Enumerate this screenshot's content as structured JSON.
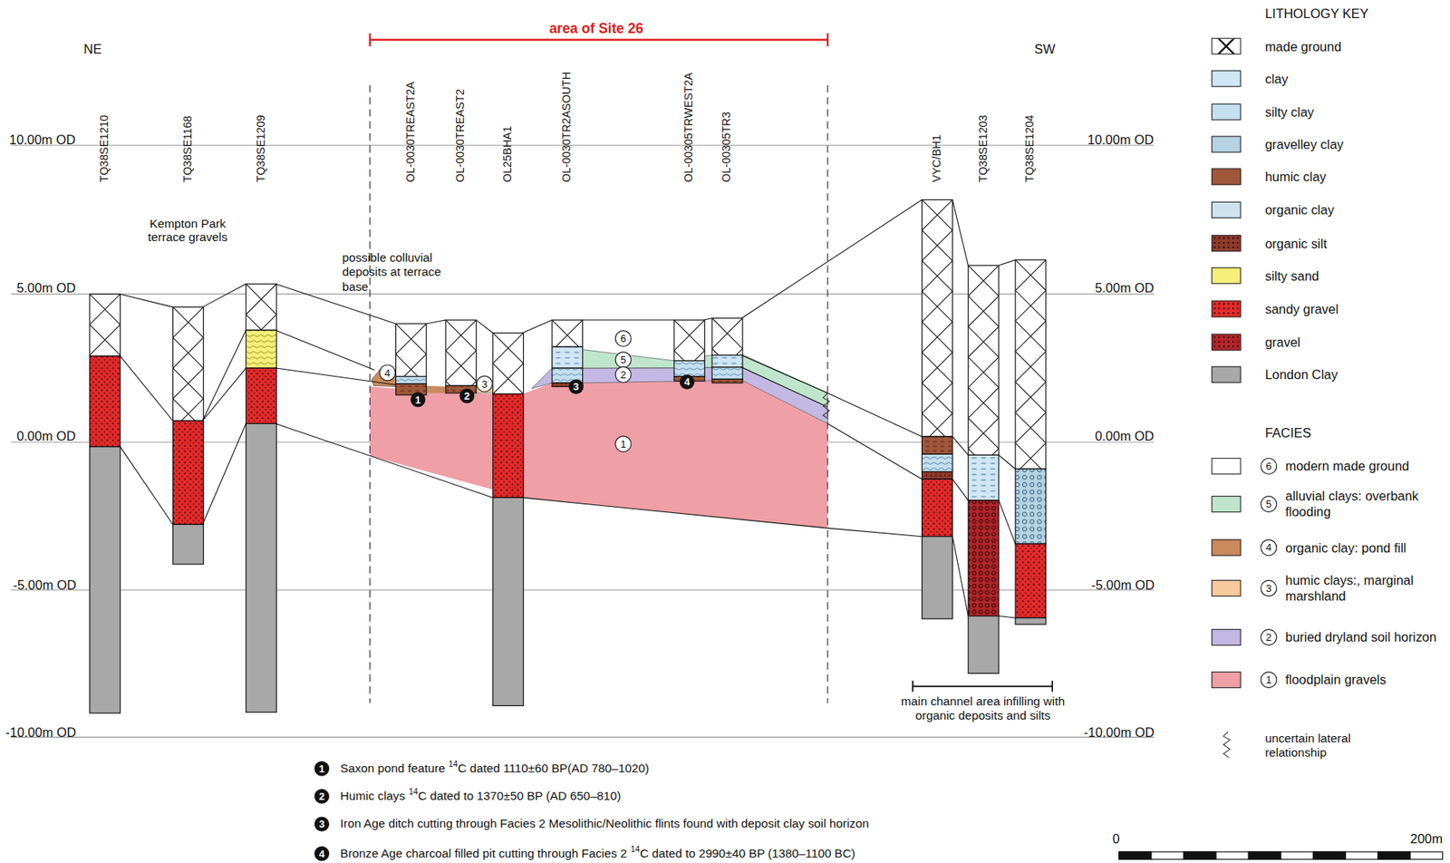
{
  "diagram": {
    "labels": [
      "NE",
      "SW",
      "area of Site 26",
      "10.00m OD",
      "10.00m OD",
      "5.00m OD",
      "5.00m OD",
      "0.00m OD",
      "0.00m OD",
      "-5.00m OD",
      "-5.00m OD",
      "-10.00m OD",
      "-10.00m OD",
      "TQ38SE1210",
      "TQ38SE1168",
      "TQ38SE1209",
      "OL-0030TREAST2A",
      "OL-0030TREAST2",
      "OL25BHA1",
      "OL-0030TR2ASOUTH",
      "OL-00305TRWEST2A",
      "OL-00305TR3",
      "VYC/BH1",
      "TQ38SE1203",
      "TQ38SE1204",
      "Kempton Park terrace gravels",
      "possible colluvial deposits at terrace base",
      "6",
      "5",
      "2",
      "1",
      "4",
      "3",
      "1",
      "2",
      "3",
      "4",
      "main channel area infilling with organic deposits and silts",
      "1",
      "Saxon pond feature",
      "14",
      "C dated 1110±60 BP(AD 780–1020)",
      "2",
      "Humic clays",
      "14",
      "C dated to 1370±50 BP (AD 650–810)",
      "3",
      "Iron Age ditch cutting through Facies 2 Mesolithic/Neolithic flints found with deposit clay soil horizon",
      "4",
      "Bronze Age charcoal filled pit cutting through Facies 2",
      "14",
      "C dated to 2990±40 BP (1380–1100 BC)",
      "LITHOLOGY KEY",
      "FACIES",
      "6",
      "5",
      "4",
      "3",
      "2",
      "1",
      "uncertain lateral relationship",
      "0",
      "200m"
    ],
    "legend": [
      {
        "text": "made ground",
        "color": "#ffffff"
      },
      {
        "text": "clay",
        "color": "#cfe6f5"
      },
      {
        "text": "silty clay",
        "color": "#c4e0f0"
      },
      {
        "text": "gravelley clay",
        "color": "#b5d3e3"
      },
      {
        "text": "humic clay",
        "color": "#a0583a"
      },
      {
        "text": "organic clay",
        "color": "#cde3ef"
      },
      {
        "text": "organic silt",
        "color": "#8e3b2c"
      },
      {
        "text": "silty sand",
        "color": "#f5ef7a"
      },
      {
        "text": "sandy gravel",
        "color": "#e32b2b"
      },
      {
        "text": "gravel",
        "color": "#b3262b"
      },
      {
        "text": "London Clay",
        "color": "#a8a8a8"
      },
      {
        "text": "modern made ground",
        "color": "#ffffff"
      },
      {
        "text": "alluvial clays: overbank flooding",
        "color": "#bfe6cc"
      },
      {
        "text": "organic clay: pond fill",
        "color": "#c98a5e"
      },
      {
        "text": "humic clays:, marginal marshland",
        "color": "#f8c99c"
      },
      {
        "text": "buried dryland soil horizon",
        "color": "#c3b8e3"
      },
      {
        "text": "floodplain gravels",
        "color": "#ef9fa6"
      }
    ]
  }
}
